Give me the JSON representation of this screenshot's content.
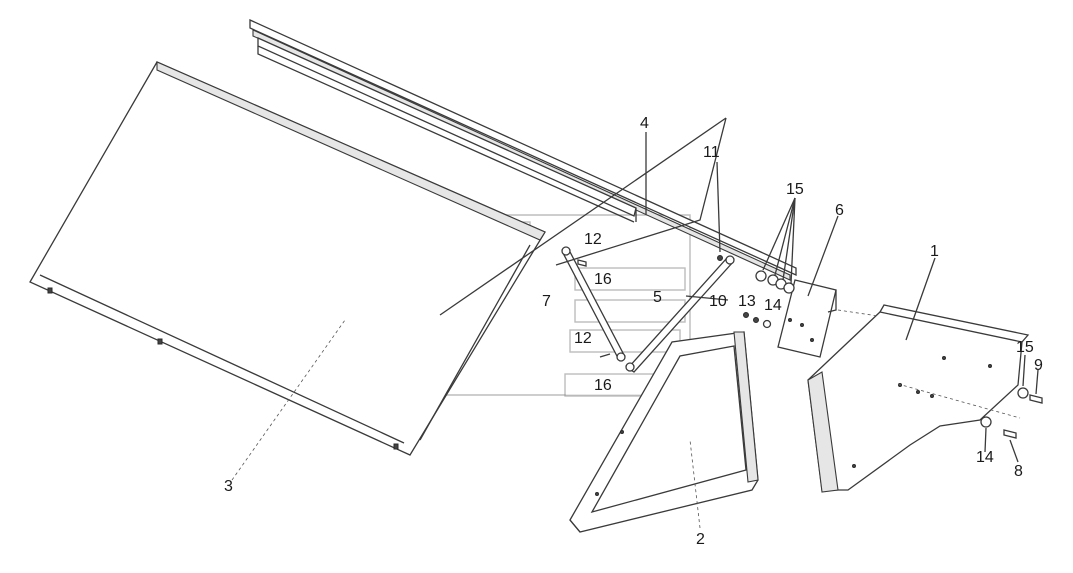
{
  "callouts": {
    "p1": "1",
    "p2": "2",
    "p3": "3",
    "p4": "4",
    "p5": "5",
    "p6": "6",
    "p7": "7",
    "p8": "8",
    "p9": "9",
    "p10": "10",
    "p11": "11",
    "p12a": "12",
    "p12b": "12",
    "p13": "13",
    "p14a": "14",
    "p14b": "14",
    "p15a": "15",
    "p15b": "15",
    "p16a": "16",
    "p16b": "16"
  }
}
